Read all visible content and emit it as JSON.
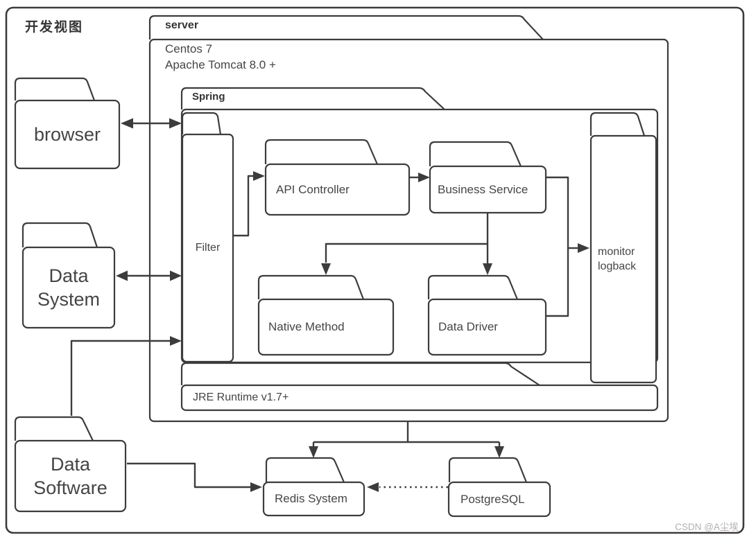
{
  "diagram_title": "开发视图",
  "watermark": "CSDN @A尘埃",
  "server": {
    "label": "server",
    "env_line1": "Centos 7",
    "env_line2": "Apache Tomcat 8.0 +"
  },
  "spring": {
    "label": "Spring"
  },
  "jre": {
    "label": "JRE Runtime v1.7+"
  },
  "nodes": {
    "browser": {
      "label": "browser"
    },
    "data_system": {
      "line1": "Data",
      "line2": "System"
    },
    "data_software": {
      "line1": "Data",
      "line2": "Software"
    },
    "filter": {
      "label": "Filter"
    },
    "api_controller": {
      "label": "API Controller"
    },
    "business_service": {
      "label": "Business Service"
    },
    "native_method": {
      "label": "Native Method"
    },
    "data_driver": {
      "label": "Data Driver"
    },
    "monitor": {
      "line1": "monitor",
      "line2": "logback"
    },
    "redis": {
      "label": "Redis System"
    },
    "postgresql": {
      "label": "PostgreSQL"
    }
  },
  "colors": {
    "line": "#3c3c3c",
    "text": "#454545",
    "watermark": "#b5aeac",
    "background": "#ffffff"
  }
}
